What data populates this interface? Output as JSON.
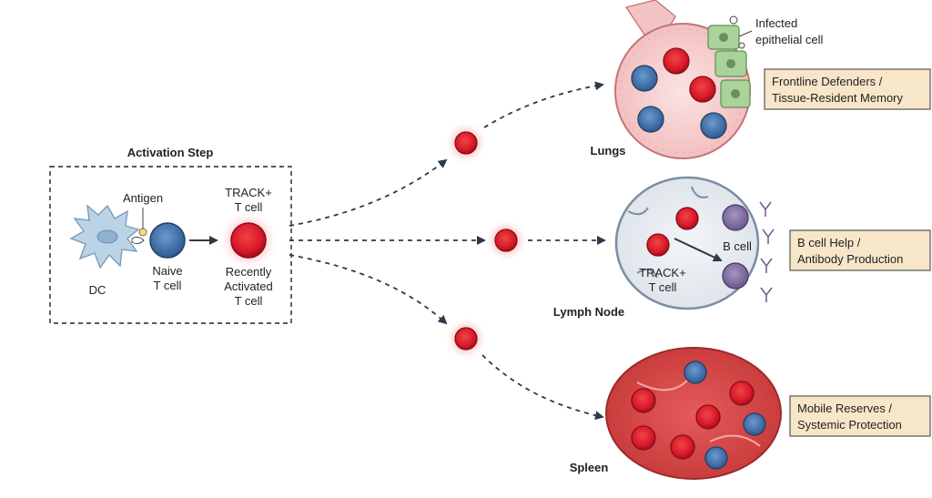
{
  "activation": {
    "title": "Activation Step",
    "dc": "DC",
    "antigen": "Antigen",
    "naive_line1": "Naive",
    "naive_line2": "T cell",
    "track_line1": "TRACK+",
    "track_line2": "T cell",
    "recent_line1": "Recently",
    "recent_line2": "Activated",
    "recent_line3": "T cell"
  },
  "lungs": {
    "label": "Lungs",
    "infected_line1": "Infected",
    "infected_line2": "epithelial cell",
    "box_line1": "Frontline Defenders /",
    "box_line2": "Tissue-Resident Memory"
  },
  "lymph_node": {
    "label": "Lymph Node",
    "bcell": "B cell",
    "track_line1": "TRACK+",
    "track_line2": "T cell",
    "box_line1": "B cell Help /",
    "box_line2": "Antibody Production"
  },
  "spleen": {
    "label": "Spleen",
    "box_line1": "Mobile Reserves /",
    "box_line2": "Systemic Protection"
  },
  "colors": {
    "red_cell": "#d8192a",
    "blue_cell": "#3d6fa8",
    "purple_cell": "#7a6a9a",
    "box_fill": "#f7e6c8",
    "box_stroke": "#555555"
  }
}
